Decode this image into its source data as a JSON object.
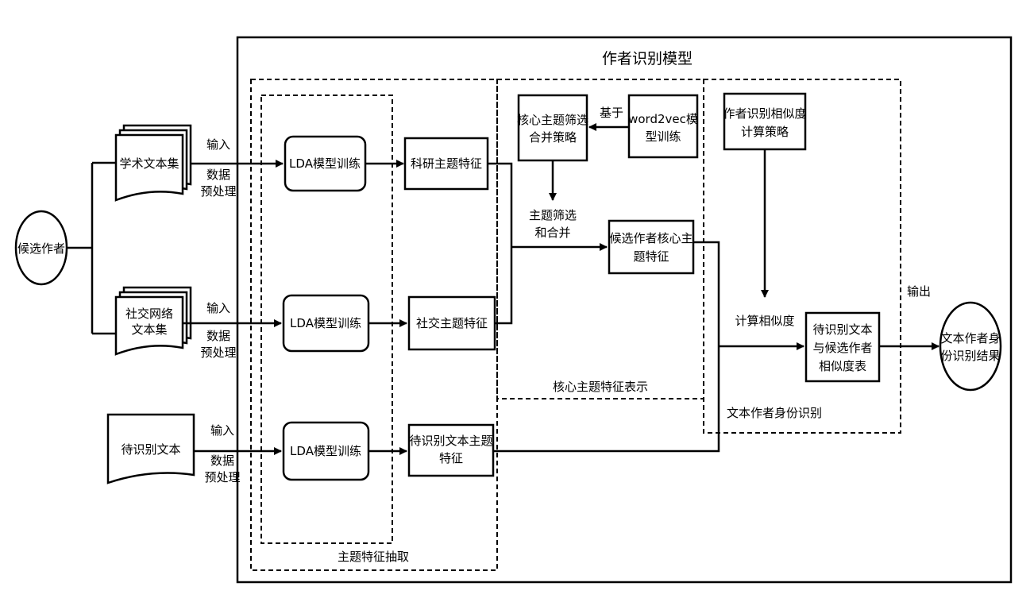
{
  "diagram": {
    "title": "作者识别模型",
    "section_labels": {
      "feature_extraction": "主题特征抽取",
      "core_feature": "核心主题特征表示",
      "identification": "文本作者身份识别"
    },
    "nodes": {
      "candidate_author": "候选作者",
      "academic_text": "学术文本集",
      "social_text_1": "社交网络",
      "social_text_2": "文本集",
      "pending_text": "待识别文本",
      "lda_1": "LDA模型训练",
      "lda_2": "LDA模型训练",
      "lda_3": "LDA模型训练",
      "research_feature": "科研主题特征",
      "social_feature": "社交主题特征",
      "pending_feature_1": "待识别文本主题",
      "pending_feature_2": "特征",
      "strategy_1": "核心主题筛选",
      "strategy_2": "合并策略",
      "word2vec_1": "word2vec模",
      "word2vec_2": "型训练",
      "core_feature_1": "候选作者核心主",
      "core_feature_2": "题特征",
      "similarity_strategy_1": "作者识别相似度",
      "similarity_strategy_2": "计算策略",
      "similarity_1": "待识别文本",
      "similarity_2": "与候选作者",
      "similarity_3": "相似度表",
      "result_1": "文本作者身",
      "result_2": "份识别结果"
    },
    "edge_labels": {
      "input": "输入",
      "data": "数据",
      "preprocess": "预处理",
      "based_on": "基于",
      "filter_1": "主题筛选",
      "filter_2": "和合并",
      "compute_similarity": "计算相似度",
      "output": "输出"
    }
  }
}
